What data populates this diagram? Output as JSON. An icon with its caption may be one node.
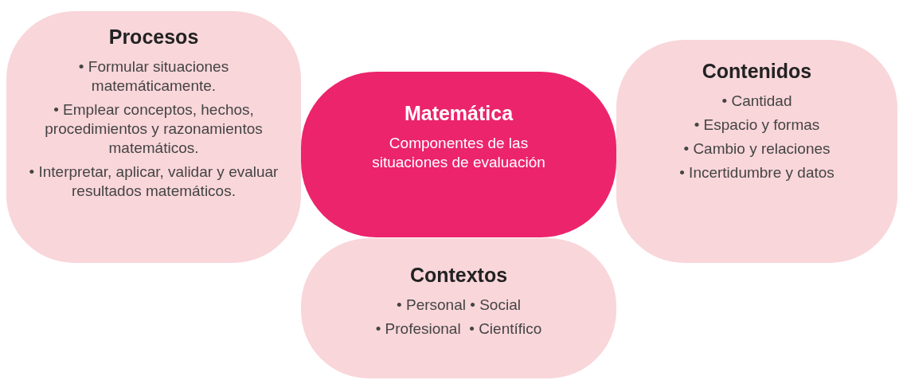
{
  "diagram": {
    "nodes": [
      {
        "text": [
          "Procesos",
          "• Formular situaciones matemáticamente.",
          "• Emplear conceptos, hechos, procedimientos y razonamientos matemáticos.",
          "• Interpretar, aplicar, validar y evaluar resultados matemáticos."
        ]
      },
      {
        "text": [
          "Matemática",
          "Componentes de las situaciones de evaluación"
        ]
      },
      {
        "text": [
          "Contenidos",
          "• Cantidad",
          "• Espacio y formas",
          "• Cambio y relaciones",
          "• Incertidumbre y datos"
        ]
      },
      {
        "text": [
          "Contextos",
          "• Personal • Social",
          "• Profesional  • Científico"
        ]
      }
    ]
  }
}
